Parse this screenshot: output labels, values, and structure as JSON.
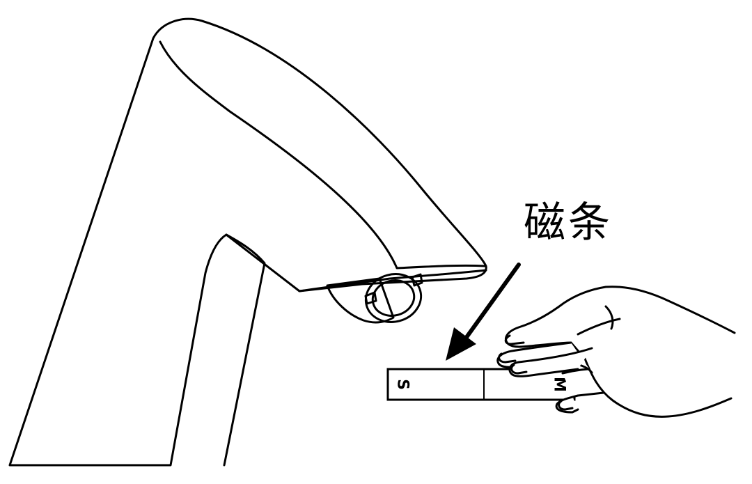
{
  "callout": {
    "label": "磁条"
  },
  "magnet_strip": {
    "left_mark": "S",
    "right_mark": "M"
  },
  "colors": {
    "line": "#000000",
    "background": "#ffffff"
  }
}
